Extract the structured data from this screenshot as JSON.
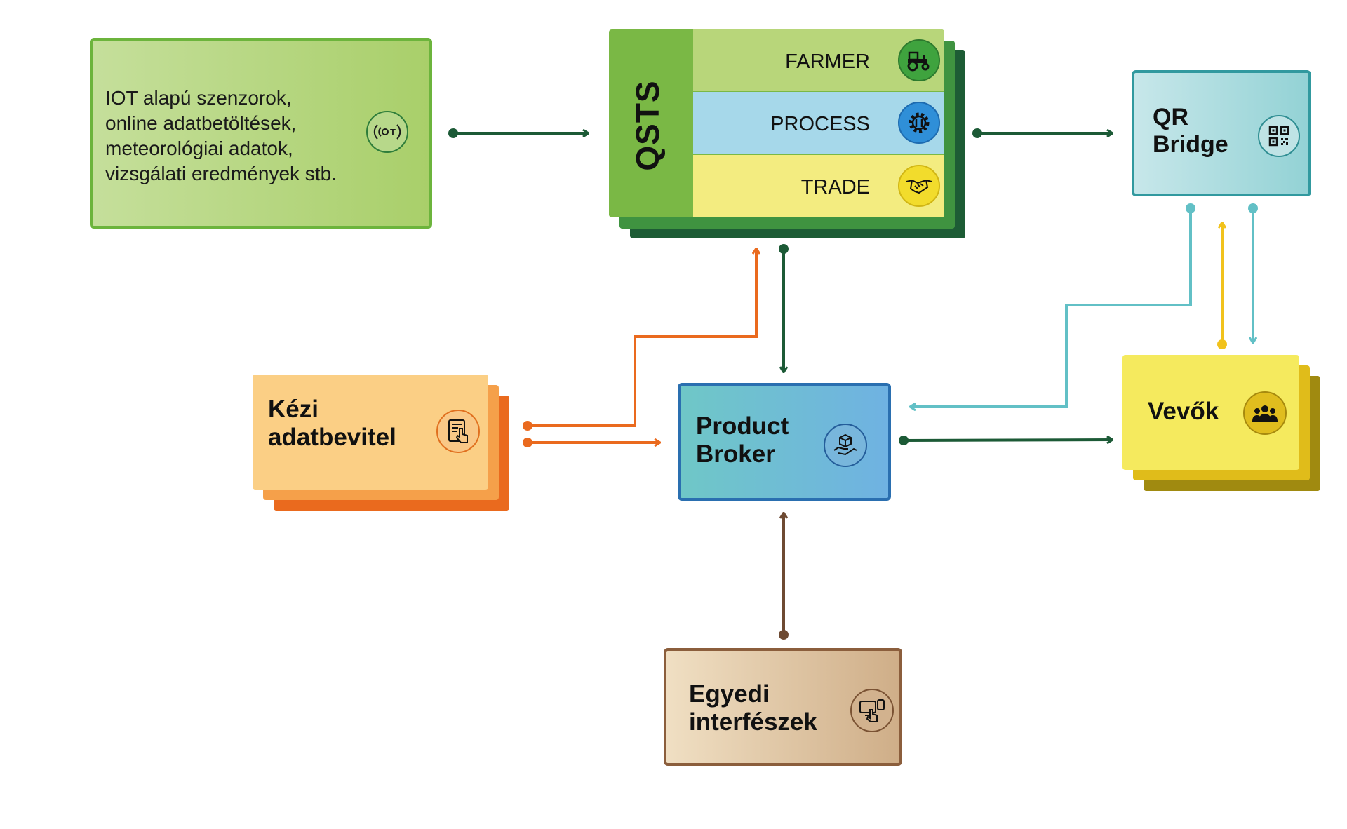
{
  "iot": {
    "lines": [
      "IOT alapú szenzorok,",
      "online adatbetöltések,",
      "meteorológiai adatok,",
      "vizsgálati eredmények stb."
    ],
    "icon": "iot-sensor-icon"
  },
  "qsts": {
    "title": "QSTS",
    "rows": [
      {
        "label": "FARMER",
        "icon": "tractor-icon",
        "color": "#b8d67a"
      },
      {
        "label": "PROCESS",
        "icon": "gear-icon",
        "color": "#a6d8ea"
      },
      {
        "label": "TRADE",
        "icon": "handshake-icon",
        "color": "#f3ec80"
      }
    ]
  },
  "qr_bridge": {
    "line1": "QR",
    "line2": "Bridge",
    "icon": "qr-code-icon"
  },
  "kezi": {
    "line1": "Kézi",
    "line2": "adatbevitel",
    "icon": "tablet-touch-icon"
  },
  "product_broker": {
    "line1": "Product",
    "line2": "Broker",
    "icon": "box-in-hand-icon"
  },
  "vevok": {
    "label": "Vevők",
    "icon": "people-group-icon"
  },
  "egyedi": {
    "line1": "Egyedi",
    "line2": "interfészek",
    "icon": "interface-devices-icon"
  },
  "colors": {
    "dark_green": "#1c5a36",
    "orange": "#ea6a1e",
    "teal": "#62c0c6",
    "yellow": "#f1c21c",
    "brown": "#6e4a32"
  }
}
